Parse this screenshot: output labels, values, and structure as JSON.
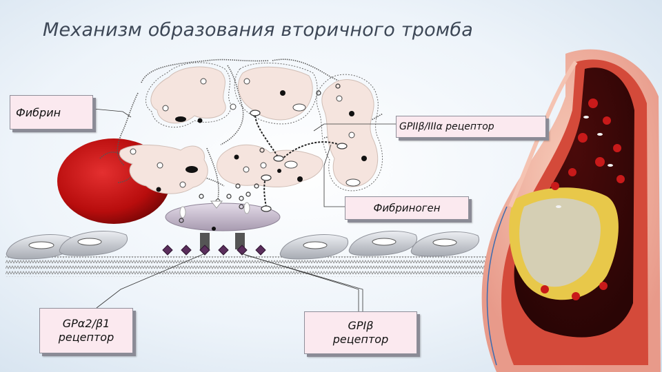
{
  "title": "Механизм образования вторичного тромба",
  "labels": {
    "fibrin": "Фибрин",
    "gp2b3a": "GPIIβ/IIIα рецептор",
    "fibrinogen": "Фибриноген",
    "gpa2b1_line1": "GPα2/β1",
    "gpa2b1_line2": "рецептор",
    "gp1b_line1": "GPIβ",
    "gp1b_line2": "рецептор"
  },
  "colors": {
    "erythrocyte": "#b80d0d",
    "platelet": "#f5e4de",
    "label_bg": "#fbe9ef",
    "receptor_marker": "#5a2e5c",
    "endothelium": "#c9ccd2"
  },
  "icons": {
    "thrombus_vessel": "blood-vessel-cross-section-icon"
  }
}
